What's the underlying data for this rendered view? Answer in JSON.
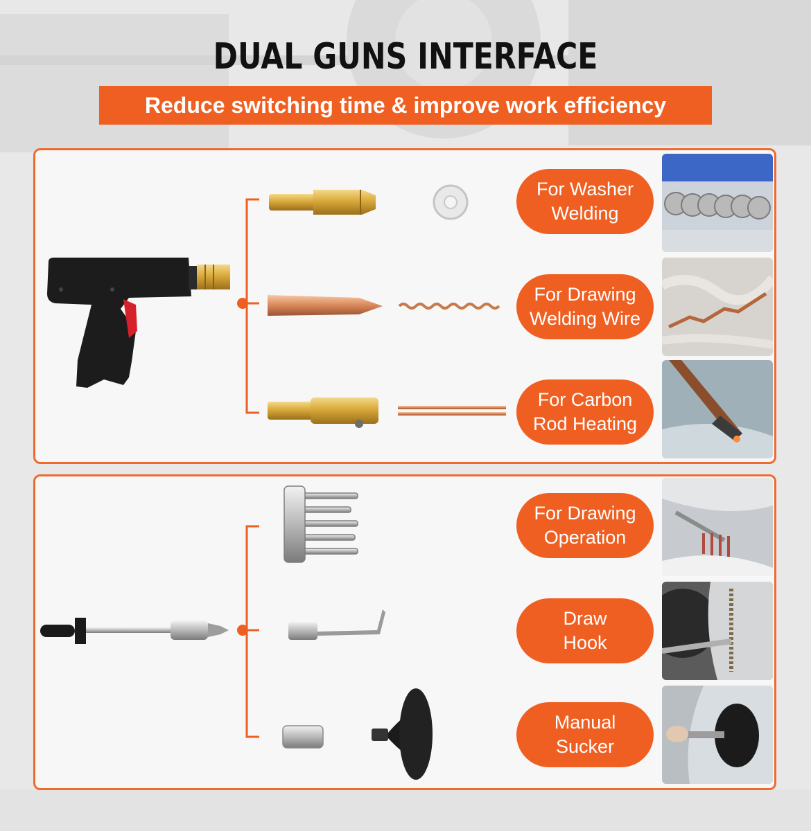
{
  "header": {
    "title": "DUAL GUNS INTERFACE",
    "subtitle": "Reduce switching time & improve work efficiency"
  },
  "colors": {
    "accent": "#ef5f22",
    "border": "#ef6a2f",
    "title": "#111111"
  },
  "top_group": {
    "tool": "spot-welder-gun",
    "options": [
      {
        "label": "For Washer\nWelding",
        "attachment": "washer-collet-tip",
        "consumable": "washer",
        "photo": "washer-welding-photo"
      },
      {
        "label": "For Drawing\nWelding Wire",
        "attachment": "copper-cone-tip",
        "consumable": "welding-wire",
        "photo": "drawing-wire-photo"
      },
      {
        "label": "For Carbon\nRod Heating",
        "attachment": "carbon-rod-holder",
        "consumable": "carbon-rod",
        "photo": "carbon-rod-photo"
      }
    ]
  },
  "bottom_group": {
    "tool": "slide-hammer",
    "options": [
      {
        "label": "For Drawing\nOperation",
        "attachment": "claw-puller",
        "photo": "drawing-operation-photo"
      },
      {
        "label": "Draw\nHook",
        "attachment": "hook-tip",
        "photo": "draw-hook-photo"
      },
      {
        "label": "Manual\nSucker",
        "attachment": "suction-cup",
        "photo": "manual-sucker-photo"
      }
    ]
  }
}
